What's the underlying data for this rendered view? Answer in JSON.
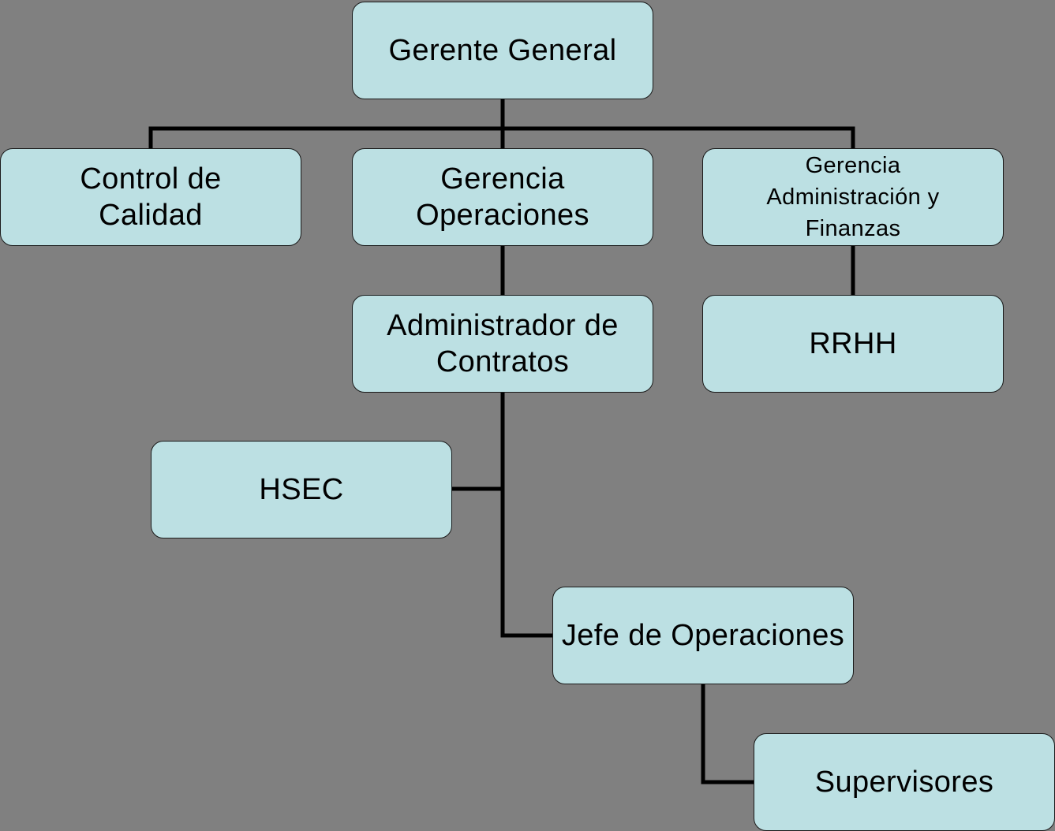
{
  "diagram": {
    "nodes": {
      "gerente_general": "Gerente General",
      "control_calidad": "Control de\nCalidad",
      "gerencia_operaciones": "Gerencia\nOperaciones",
      "gerencia_admin_finanzas": "Gerencia\nAdministración y\nFinanzas",
      "administrador_contratos": "Administrador de\nContratos",
      "rrhh": "RRHH",
      "hsec": "HSEC",
      "jefe_operaciones": "Jefe de Operaciones",
      "supervisores": "Supervisores"
    },
    "colors": {
      "background": "#808080",
      "node_fill": "#bce0e3",
      "connector": "#000000"
    }
  }
}
